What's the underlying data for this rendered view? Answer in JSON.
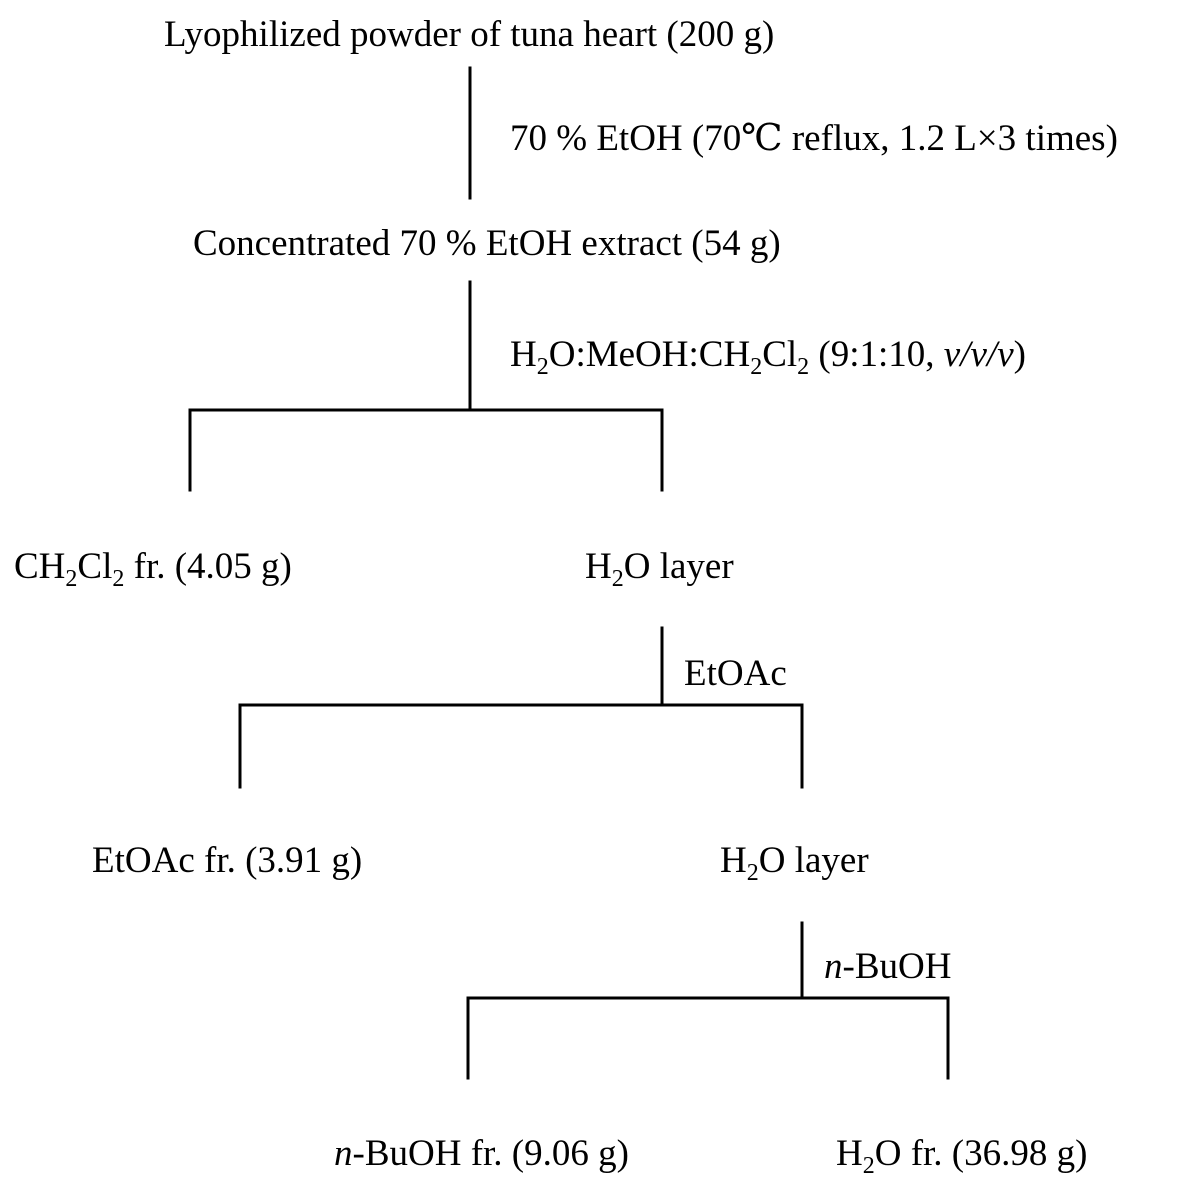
{
  "diagram": {
    "start": {
      "text": "Lyophilized powder of tuna heart (200 g)"
    },
    "step1": {
      "text": "70 % EtOH (70℃ reflux, 1.2 L×3 times)"
    },
    "extract": {
      "text": "Concentrated 70 % EtOH extract (54 g)"
    },
    "step2": {
      "h": "H",
      "two_a": "2",
      "mid": "O:MeOH:CH",
      "two_b": "2",
      "cl": "Cl",
      "two_c": "2",
      "ratio": " (9:1:10, ",
      "vvv": "v/v/v",
      "close": ")"
    },
    "ch2cl2_fraction": {
      "ch": "CH",
      "two_a": "2",
      "cl": "Cl",
      "two_b": "2",
      "rest": " fr. (4.05 g)"
    },
    "water_layer_1": {
      "h": "H",
      "two": "2",
      "rest": "O layer"
    },
    "step3": {
      "text": "EtOAc"
    },
    "etoac_fraction": {
      "text": "EtOAc fr. (3.91 g)"
    },
    "water_layer_2": {
      "h": "H",
      "two": "2",
      "rest": "O layer"
    },
    "step4": {
      "n": "n",
      "rest": "-BuOH"
    },
    "buoh_fraction": {
      "n": "n",
      "rest": "-BuOH fr. (9.06 g)"
    },
    "water_fraction": {
      "h": "H",
      "two": "2",
      "rest": "O fr. (36.98 g)"
    }
  }
}
